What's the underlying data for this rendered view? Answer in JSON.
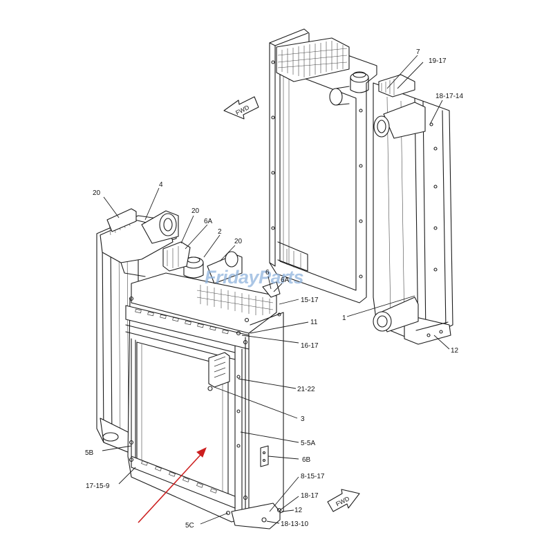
{
  "diagram": {
    "callouts": {
      "c7": "7",
      "c19_17": "19-17",
      "c18_17_14": "18-17-14",
      "c20_a": "20",
      "c4": "4",
      "c20_b": "20",
      "c6A_a": "6A",
      "c2": "2",
      "c20_c": "20",
      "c6": "6",
      "c6A_b": "6A",
      "c15_17": "15-17",
      "c11": "11",
      "c16_17": "16-17",
      "c1": "1",
      "c12_a": "12",
      "c21_22": "21-22",
      "c3": "3",
      "c5_5A": "5-5A",
      "c5B": "5B",
      "c6B": "6B",
      "c17_15_9": "17-15-9",
      "c8_15_17": "8-15-17",
      "c18_17": "18-17",
      "c12_b": "12",
      "c5C": "5C",
      "c18_13_10": "18-13-10"
    },
    "fwd_label_top": "FWD",
    "fwd_label_bottom": "FWD",
    "watermark": "FridayParts",
    "colors": {
      "pointer_arrow": "#cc1f1f",
      "watermark": "#8fb3dc"
    }
  }
}
